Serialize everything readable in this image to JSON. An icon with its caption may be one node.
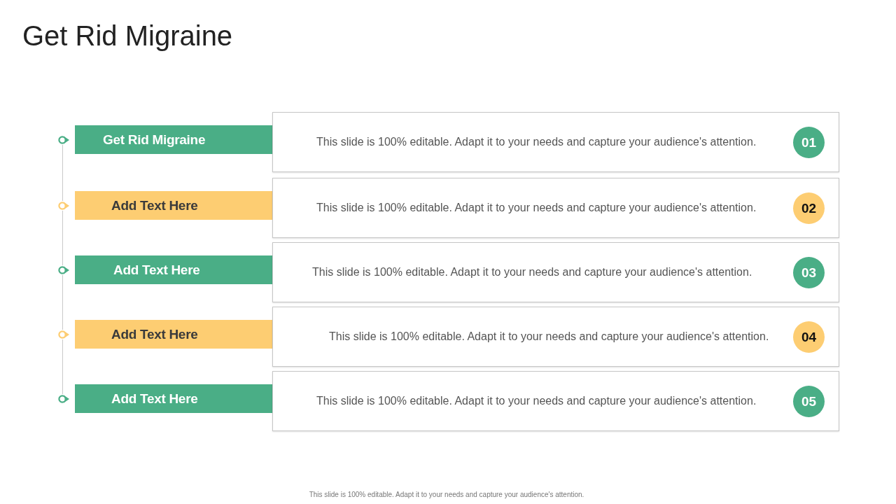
{
  "diagram": {
    "title": "Get Rid Migraine",
    "nodes": [
      {
        "text": [],
        "shape": "circle"
      },
      {
        "text": [
          "Get Rid Migraine"
        ]
      },
      {
        "text": [
          "This slide is 100% editable. Adapt it to your needs and capture your audience's attention."
        ]
      },
      {
        "text": [
          "01"
        ],
        "in": 2
      },
      {
        "text": [],
        "shape": "circle"
      },
      {
        "text": [
          "Add Text Here"
        ]
      },
      {
        "text": [
          "This slide is 100% editable. Adapt it to your needs and capture your audience's attention."
        ]
      },
      {
        "text": [
          "02"
        ],
        "in": 6
      },
      {
        "text": [],
        "shape": "circle"
      },
      {
        "text": [
          "Add Text Here"
        ]
      },
      {
        "text": [
          "This slide is 100% editable. Adapt it to your needs and capture your audience's attention."
        ]
      },
      {
        "text": [
          "03"
        ],
        "in": 10
      },
      {
        "text": [],
        "shape": "circle"
      },
      {
        "text": [
          "Add Text Here"
        ]
      },
      {
        "text": [
          "This slide is 100% editable. Adapt it to your needs and capture your audience's attention."
        ]
      },
      {
        "text": [
          "04"
        ],
        "in": 14
      },
      {
        "text": [],
        "shape": "circle"
      },
      {
        "text": [
          "Add Text Here"
        ]
      },
      {
        "text": [
          "This slide is 100% editable. Adapt it to your needs and capture your audience's attention."
        ]
      },
      {
        "text": [
          "05"
        ],
        "in": 18
      }
    ],
    "edges": [
      {
        "from": 0,
        "to": 4,
        "arrow": "none"
      },
      {
        "from": 4,
        "to": 8,
        "arrow": "none"
      },
      {
        "from": 8,
        "to": 12,
        "arrow": "none"
      },
      {
        "from": 12,
        "to": 16,
        "arrow": "none"
      }
    ],
    "caption": "This slide is 100% editable. Adapt it to your needs and capture your audience's attention."
  }
}
